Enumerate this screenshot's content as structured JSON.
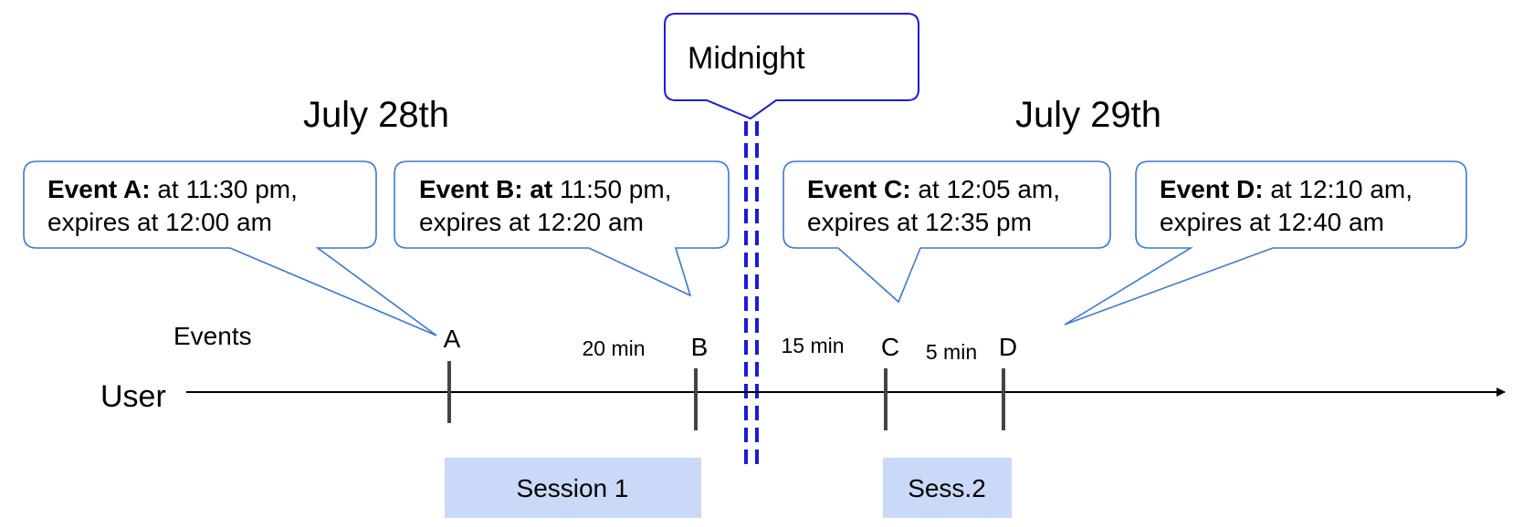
{
  "colors": {
    "callout_border": "#3a77d6",
    "midnight_border": "#1a1adc",
    "midnight_line": "#1a1adc",
    "session_fill": "#c9d9f7",
    "tick": "#444444",
    "axis": "#000000"
  },
  "dates": {
    "left": "July 28th",
    "right": "July 29th"
  },
  "midnight": {
    "label": "Midnight"
  },
  "events_label": "Events",
  "user_label": "User",
  "events": [
    {
      "id": "A",
      "label": "A",
      "bold": "Event A:",
      "rest": " at 11:30 pm,",
      "line2": "expires at 12:00 am"
    },
    {
      "id": "B",
      "label": "B",
      "bold": "Event B: at",
      "rest": " 11:50 pm,",
      "line2": "expires at 12:20 am"
    },
    {
      "id": "C",
      "label": "C",
      "bold": "Event C:",
      "rest": " at 12:05 am,",
      "line2": "expires at 12:35 pm"
    },
    {
      "id": "D",
      "label": "D",
      "bold": "Event D:",
      "rest": "  at 12:10 am,",
      "line2": "expires at 12:40 am"
    }
  ],
  "gaps": [
    {
      "label": "20 min"
    },
    {
      "label": "15 min"
    },
    {
      "label": "5 min"
    }
  ],
  "sessions": [
    {
      "label": "Session 1"
    },
    {
      "label": "Sess.2"
    }
  ]
}
